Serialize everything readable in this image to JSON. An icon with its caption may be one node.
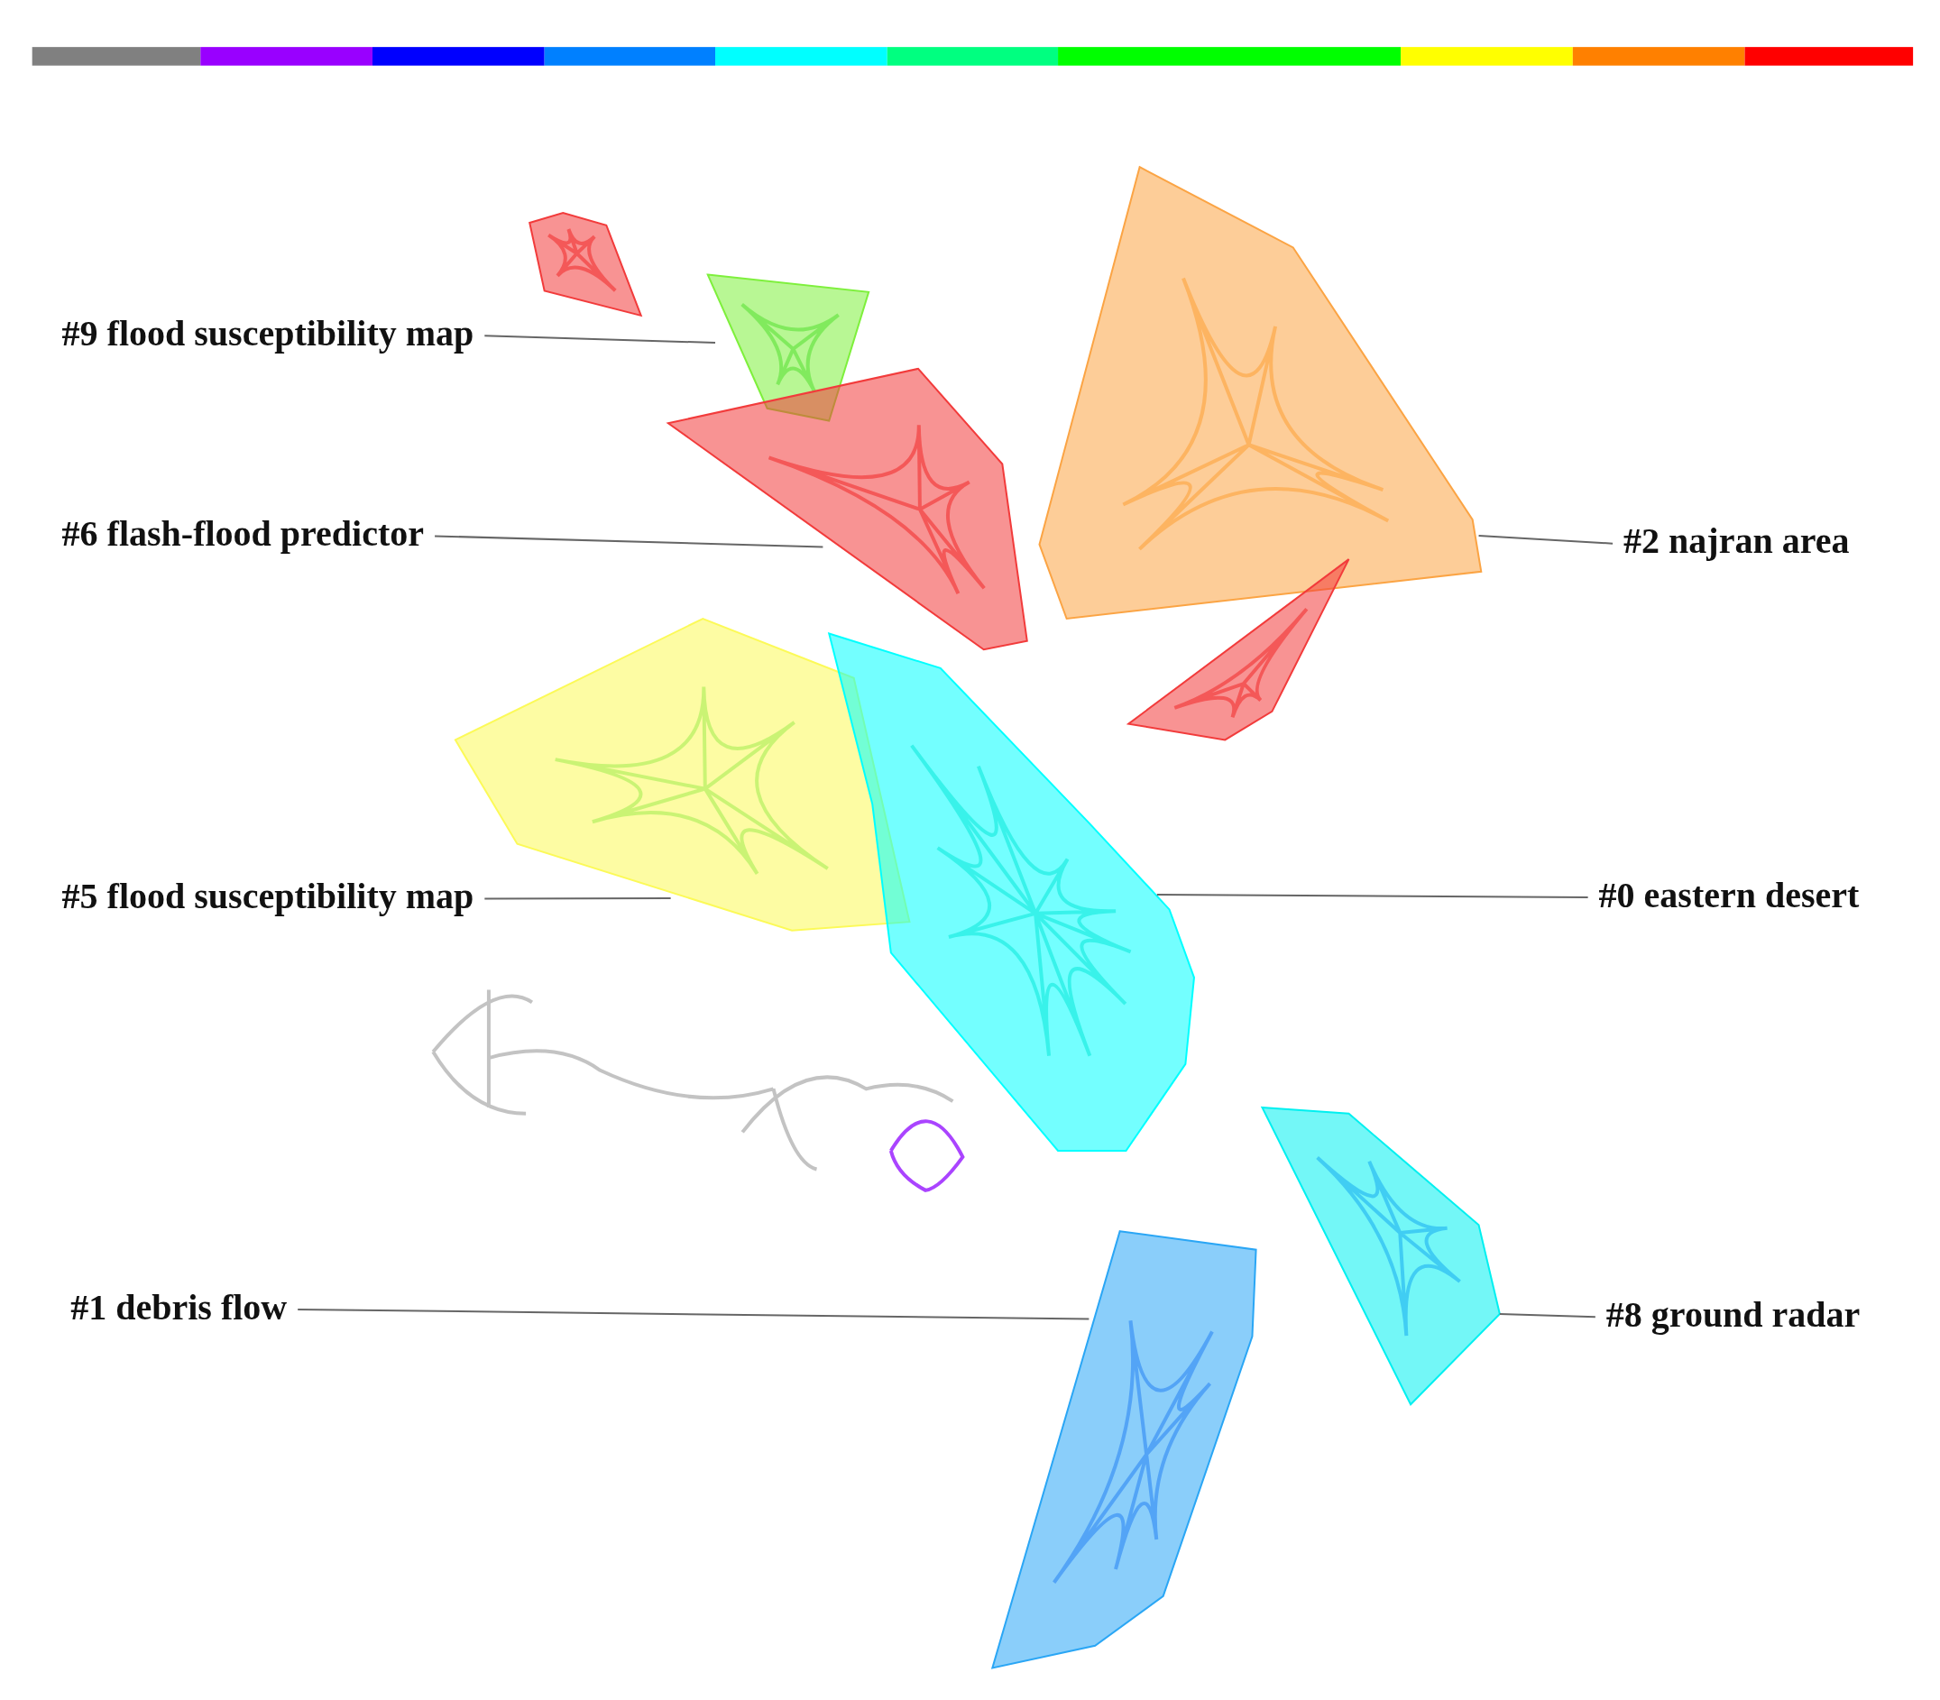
{
  "diagram": {
    "nodes": [
      {
        "text": [
          "#9 flood susceptibility map"
        ]
      },
      {
        "text": [],
        "shape": "polygon"
      },
      {
        "text": [
          "#6 flash-flood predictor"
        ]
      },
      {
        "text": [],
        "shape": "polygon"
      },
      {
        "text": [
          "#2 najran area"
        ]
      },
      {
        "text": [],
        "shape": "polygon"
      },
      {
        "text": [
          "#5 flood susceptibility map"
        ]
      },
      {
        "text": [],
        "shape": "polygon"
      },
      {
        "text": [
          "#0 eastern desert"
        ]
      },
      {
        "text": [],
        "shape": "polygon"
      },
      {
        "text": [
          "#1 debris flow"
        ]
      },
      {
        "text": [],
        "shape": "polygon"
      },
      {
        "text": [
          "#8 ground radar"
        ]
      },
      {
        "text": [],
        "shape": "polygon"
      },
      {
        "text": [],
        "shape": "polygon"
      },
      {
        "text": [],
        "shape": "polygon"
      }
    ],
    "edges": [
      {
        "from": 0,
        "to": 1,
        "arrow": "none"
      },
      {
        "from": 2,
        "to": 3,
        "arrow": "none"
      },
      {
        "from": 4,
        "to": 5,
        "arrow": "none"
      },
      {
        "from": 6,
        "to": 7,
        "arrow": "none"
      },
      {
        "from": 8,
        "to": 9,
        "arrow": "none"
      },
      {
        "from": 10,
        "to": 11,
        "arrow": "none"
      },
      {
        "from": 12,
        "to": 13,
        "arrow": "none"
      }
    ]
  }
}
